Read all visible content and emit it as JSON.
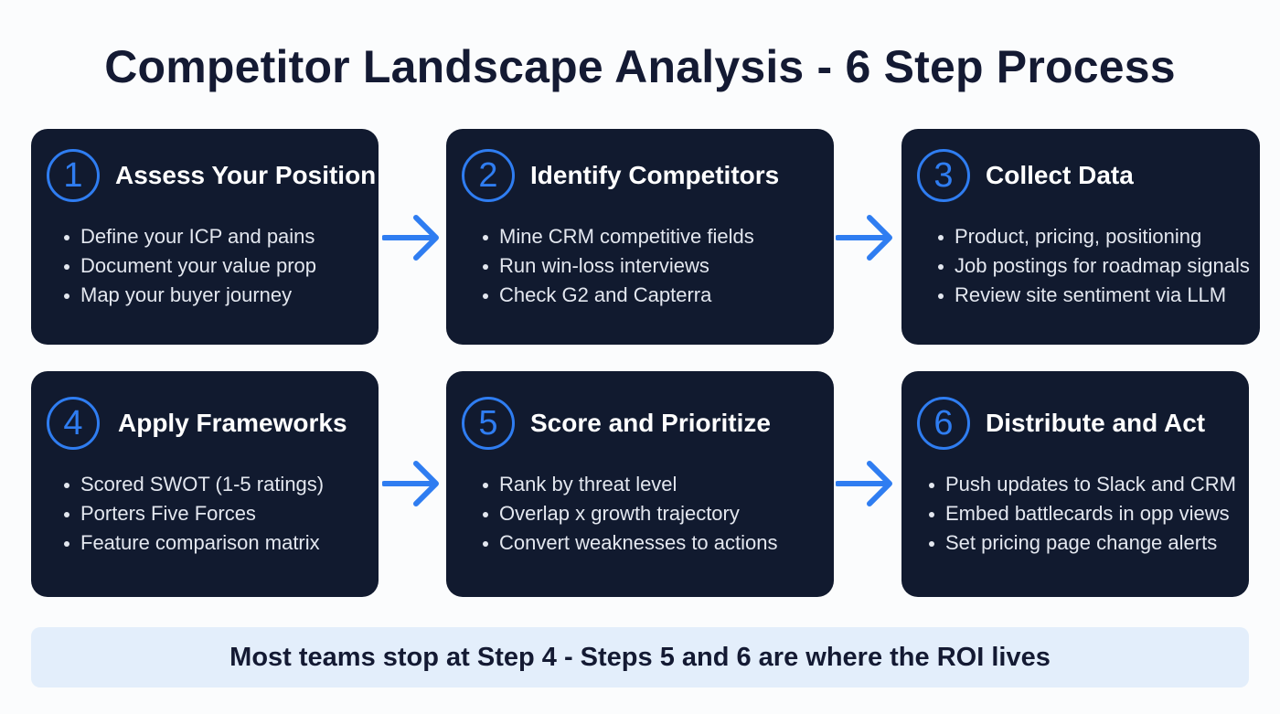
{
  "title": "Competitor Landscape Analysis - 6 Step Process",
  "colors": {
    "card_bg": "#111a2f",
    "accent": "#2f7df1",
    "banner_bg": "#e3eefb",
    "title": "#141a33"
  },
  "steps": [
    {
      "number": "1",
      "title": "Assess Your Position",
      "bullets": [
        "Define your ICP and pains",
        "Document your value prop",
        "Map your buyer journey"
      ]
    },
    {
      "number": "2",
      "title": "Identify Competitors",
      "bullets": [
        "Mine CRM competitive fields",
        "Run win-loss interviews",
        "Check G2 and Capterra"
      ]
    },
    {
      "number": "3",
      "title": "Collect Data",
      "bullets": [
        "Product, pricing, positioning",
        "Job postings for roadmap signals",
        "Review site sentiment via LLM"
      ]
    },
    {
      "number": "4",
      "title": "Apply Frameworks",
      "bullets": [
        "Scored SWOT (1-5 ratings)",
        "Porters Five Forces",
        "Feature comparison matrix"
      ]
    },
    {
      "number": "5",
      "title": "Score and Prioritize",
      "bullets": [
        "Rank by threat level",
        "Overlap x growth trajectory",
        "Convert weaknesses to actions"
      ]
    },
    {
      "number": "6",
      "title": "Distribute and Act",
      "bullets": [
        "Push updates to Slack and CRM",
        "Embed battlecards in opp views",
        "Set pricing page change alerts"
      ]
    }
  ],
  "banner": "Most teams stop at Step 4 - Steps 5 and 6 are where the ROI lives"
}
